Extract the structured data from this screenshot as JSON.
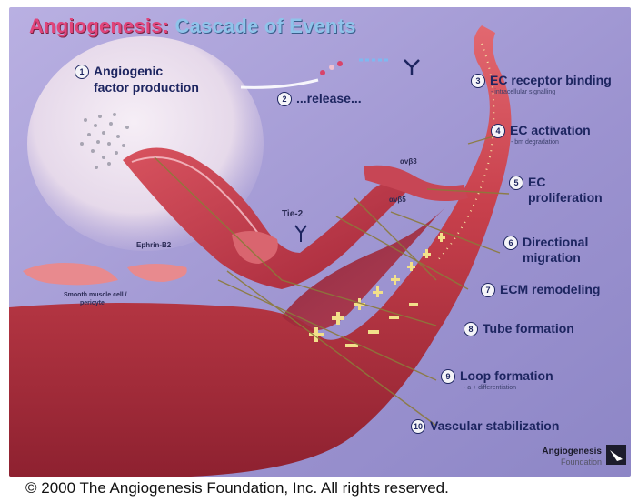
{
  "title_part1": "Angiogenesis:",
  "title_part2": "Cascade of Events",
  "steps": [
    {
      "num": "1",
      "label": "Angiogenic",
      "label2": "factor production"
    },
    {
      "num": "2",
      "label": "...release..."
    },
    {
      "num": "3",
      "label": "EC receptor binding",
      "sub": "- intracellular signalling"
    },
    {
      "num": "4",
      "label": "EC activation",
      "sub": "- bm degradation"
    },
    {
      "num": "5",
      "label": "EC",
      "label2": "proliferation"
    },
    {
      "num": "6",
      "label": "Directional",
      "label2": "migration"
    },
    {
      "num": "7",
      "label": "ECM remodeling"
    },
    {
      "num": "8",
      "label": "Tube formation"
    },
    {
      "num": "9",
      "label": "Loop formation",
      "sub": "- a + differentiation"
    },
    {
      "num": "10",
      "label": "Vascular stabilization"
    }
  ],
  "labels": {
    "tie2": "Tie-2",
    "ephrin": "Ephrin-B2",
    "smooth": "Smooth muscle cell /",
    "pericyte": "pericyte",
    "av3": "αvβ3",
    "av5": "αvβ5"
  },
  "logo": {
    "line1": "Angiogenesis",
    "line2": "Foundation"
  },
  "footer": "© 2000 The Angiogenesis Foundation, Inc. All rights reserved.",
  "colors": {
    "vessel": "#c8404c",
    "background": "#a9a2d8",
    "text": "#1d2560"
  }
}
